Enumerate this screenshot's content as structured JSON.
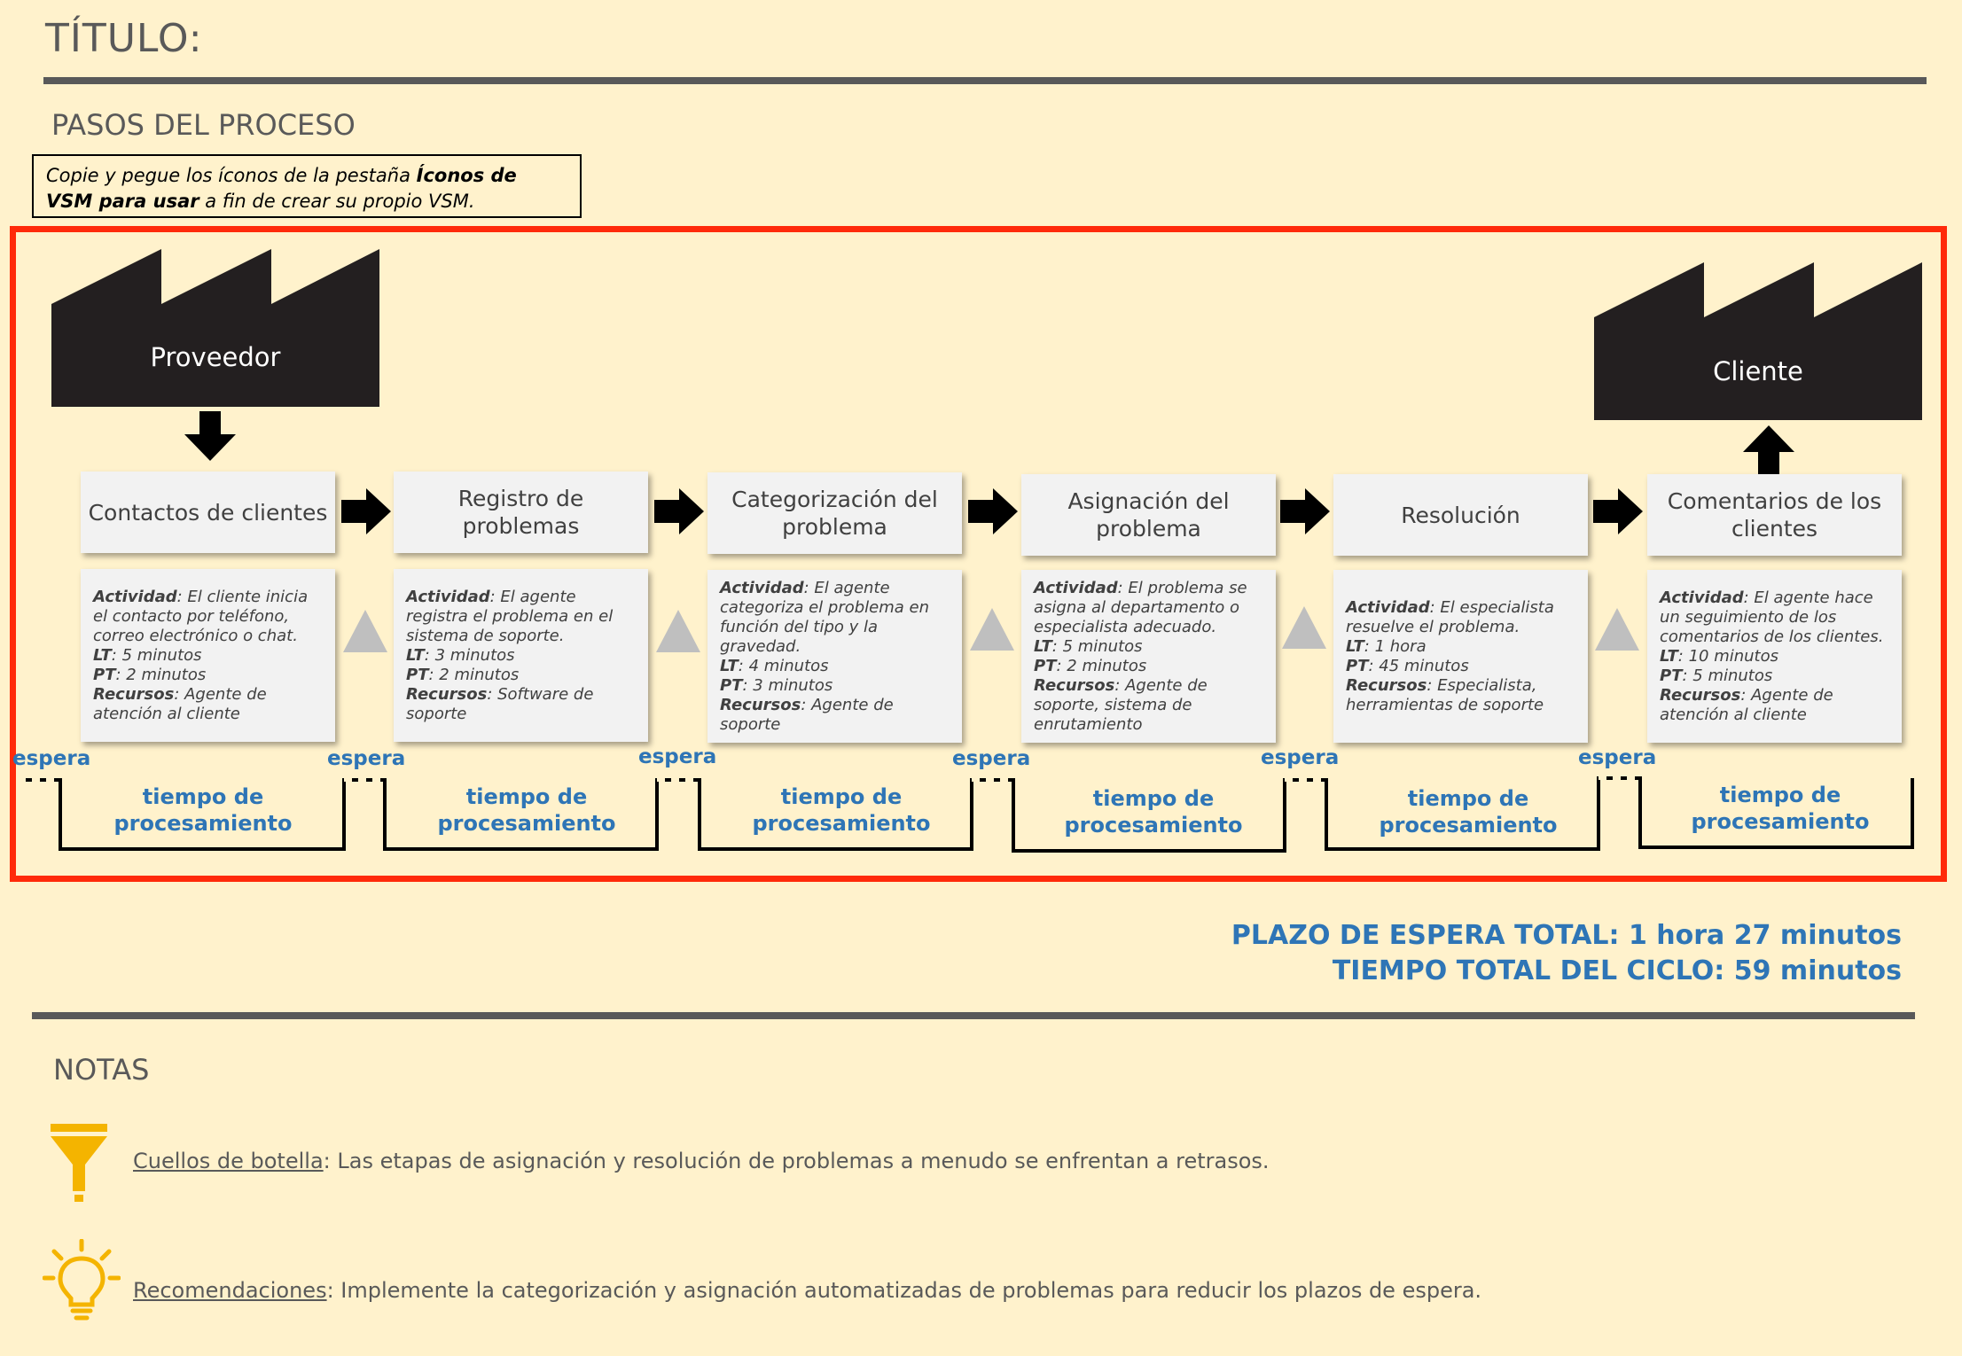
{
  "header": {
    "title": "TÍTULO:"
  },
  "section": {
    "label": "PASOS DEL PROCESO"
  },
  "instruction": {
    "part1": "Copie y pegue los íconos de la pestaña ",
    "bold": "Íconos de VSM para usar",
    "part2": " a fin de crear su propio VSM."
  },
  "diagram": {
    "supplier": "Proveedor",
    "customer": "Cliente",
    "steps": [
      {
        "label": "Contactos de clientes",
        "details": [
          {
            "k": "Actividad",
            "v": ": El cliente inicia el contacto por teléfono, correo electrónico o chat."
          },
          {
            "k": "LT",
            "v": ": 5 minutos"
          },
          {
            "k": "PT",
            "v": ": 2 minutos"
          },
          {
            "k": "Recursos",
            "v": ": Agente de atención al cliente"
          }
        ]
      },
      {
        "label": "Registro de problemas",
        "details": [
          {
            "k": "Actividad",
            "v": ": El agente registra el problema en el sistema de soporte."
          },
          {
            "k": "LT",
            "v": ": 3 minutos"
          },
          {
            "k": "PT",
            "v": ": 2 minutos"
          },
          {
            "k": "Recursos",
            "v": ": Software de soporte"
          }
        ]
      },
      {
        "label": "Categorización del problema",
        "details": [
          {
            "k": "Actividad",
            "v": ": El agente categoriza el problema en función del tipo y la gravedad."
          },
          {
            "k": "LT",
            "v": ": 4 minutos"
          },
          {
            "k": "PT",
            "v": ": 3 minutos"
          },
          {
            "k": "Recursos",
            "v": ": Agente de soporte"
          }
        ]
      },
      {
        "label": "Asignación del problema",
        "details": [
          {
            "k": "Actividad",
            "v": ": El problema se asigna al departamento o especialista adecuado."
          },
          {
            "k": "LT",
            "v": ": 5 minutos"
          },
          {
            "k": "PT",
            "v": ": 2 minutos"
          },
          {
            "k": "Recursos",
            "v": ": Agente de soporte, sistema de enrutamiento"
          }
        ]
      },
      {
        "label": "Resolución",
        "details": [
          {
            "k": "Actividad",
            "v": ": El especialista resuelve el problema."
          },
          {
            "k": "LT",
            "v": ": 1 hora"
          },
          {
            "k": "PT",
            "v": ": 45 minutos"
          },
          {
            "k": "Recursos",
            "v": ": Especialista, herramientas de soporte"
          }
        ]
      },
      {
        "label": "Comentarios de los clientes",
        "details": [
          {
            "k": "Actividad",
            "v": ": El agente hace un seguimiento de los comentarios de los clientes."
          },
          {
            "k": "LT",
            "v": ": 10 minutos"
          },
          {
            "k": "PT",
            "v": ": 5 minutos"
          },
          {
            "k": "Recursos",
            "v": ": Agente de atención al cliente"
          }
        ]
      }
    ],
    "timeline": {
      "wait_label": "espera",
      "process_label_1": "tiempo de",
      "process_label_2": "procesamiento"
    }
  },
  "totals": {
    "lead_time": "PLAZO DE ESPERA TOTAL: 1 hora 27 minutos",
    "cycle_time": "TIEMPO TOTAL DEL CICLO: 59 minutos"
  },
  "notes": {
    "label": "NOTAS",
    "items": [
      {
        "icon": "funnel-icon",
        "title": "Cuellos de botella",
        "text": ": Las etapas de asignación y resolución de problemas a menudo se enfrentan a retrasos."
      },
      {
        "icon": "lightbulb-icon",
        "title": "Recomendaciones",
        "text": ": Implemente la categorización y asignación automatizadas de problemas para reducir los plazos de espera."
      }
    ]
  },
  "colors": {
    "accent_blue": "#2E75B6",
    "frame_red": "#FF2A0A",
    "background": "#FFF2CC",
    "icon_gold": "#F4B400"
  }
}
